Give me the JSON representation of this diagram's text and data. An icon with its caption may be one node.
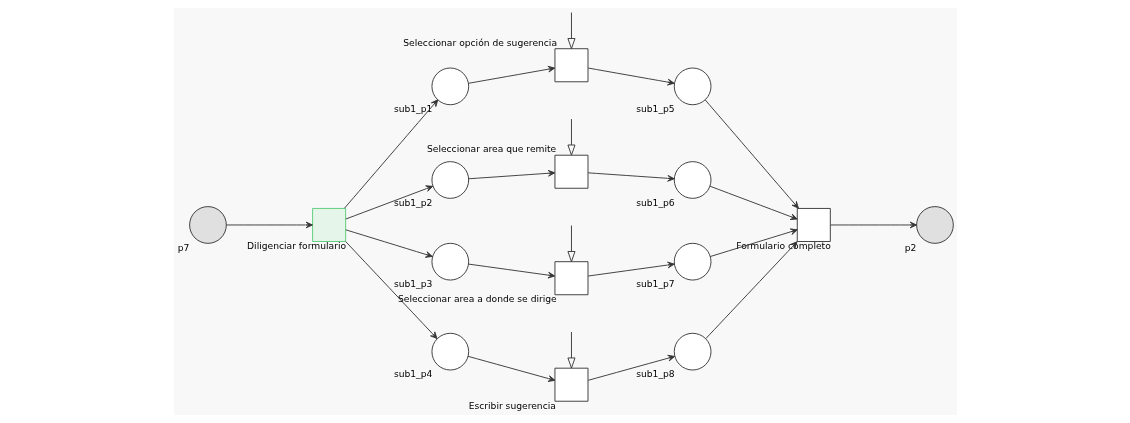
{
  "diagram": {
    "nodes": [
      {
        "text": [],
        "shape": "circle",
        "beside": [
          "p7"
        ]
      },
      {
        "text": [],
        "shape": "box",
        "beside": [
          "Diligenciar formulario"
        ]
      },
      {
        "text": [],
        "shape": "circle",
        "beside": [
          "sub1_p1"
        ]
      },
      {
        "text": [],
        "shape": "circle",
        "beside": [
          "sub1_p2"
        ]
      },
      {
        "text": [],
        "shape": "circle",
        "beside": [
          "sub1_p3"
        ]
      },
      {
        "text": [],
        "shape": "circle",
        "beside": [
          "sub1_p4"
        ]
      },
      {
        "text": [],
        "shape": "box",
        "beside": [
          "Seleccionar opción de sugerencia"
        ]
      },
      {
        "text": [],
        "shape": "box",
        "beside": [
          "Seleccionar area que remite"
        ]
      },
      {
        "text": [],
        "shape": "box",
        "beside": [
          "Seleccionar area a donde se dirige"
        ]
      },
      {
        "text": [],
        "shape": "box",
        "beside": [
          "Escribir sugerencia"
        ]
      },
      {
        "text": [],
        "shape": "circle",
        "beside": [
          "sub1_p5"
        ]
      },
      {
        "text": [],
        "shape": "circle",
        "beside": [
          "sub1_p6"
        ]
      },
      {
        "text": [],
        "shape": "circle",
        "beside": [
          "sub1_p7"
        ]
      },
      {
        "text": [],
        "shape": "circle",
        "beside": [
          "sub1_p8"
        ]
      },
      {
        "text": [],
        "shape": "box",
        "beside": [
          "Formulario completo"
        ]
      },
      {
        "text": [],
        "shape": "circle",
        "beside": [
          "p2"
        ]
      }
    ],
    "edges": [
      {
        "from": 0,
        "to": 1,
        "arrow": "to"
      },
      {
        "from": 1,
        "to": 2,
        "arrow": "to"
      },
      {
        "from": 1,
        "to": 3,
        "arrow": "to"
      },
      {
        "from": 1,
        "to": 4,
        "arrow": "to"
      },
      {
        "from": 1,
        "to": 5,
        "arrow": "to"
      },
      {
        "from": 2,
        "to": 6,
        "arrow": "to"
      },
      {
        "from": 3,
        "to": 7,
        "arrow": "to"
      },
      {
        "from": 4,
        "to": 8,
        "arrow": "to"
      },
      {
        "from": 5,
        "to": 9,
        "arrow": "to"
      },
      {
        "from": 6,
        "to": 10,
        "arrow": "to"
      },
      {
        "from": 7,
        "to": 11,
        "arrow": "to"
      },
      {
        "from": 8,
        "to": 12,
        "arrow": "to"
      },
      {
        "from": 9,
        "to": 13,
        "arrow": "to"
      },
      {
        "from": 10,
        "to": 14,
        "arrow": "to"
      },
      {
        "from": 11,
        "to": 14,
        "arrow": "to"
      },
      {
        "from": 12,
        "to": 14,
        "arrow": "to"
      },
      {
        "from": 13,
        "to": 14,
        "arrow": "to"
      },
      {
        "from": 14,
        "to": 15,
        "arrow": "to"
      },
      {
        "from": null,
        "to": 6,
        "arrow": "to"
      },
      {
        "from": null,
        "to": 7,
        "arrow": "to"
      },
      {
        "from": null,
        "to": 8,
        "arrow": "to"
      },
      {
        "from": null,
        "to": 9,
        "arrow": "to"
      }
    ]
  }
}
